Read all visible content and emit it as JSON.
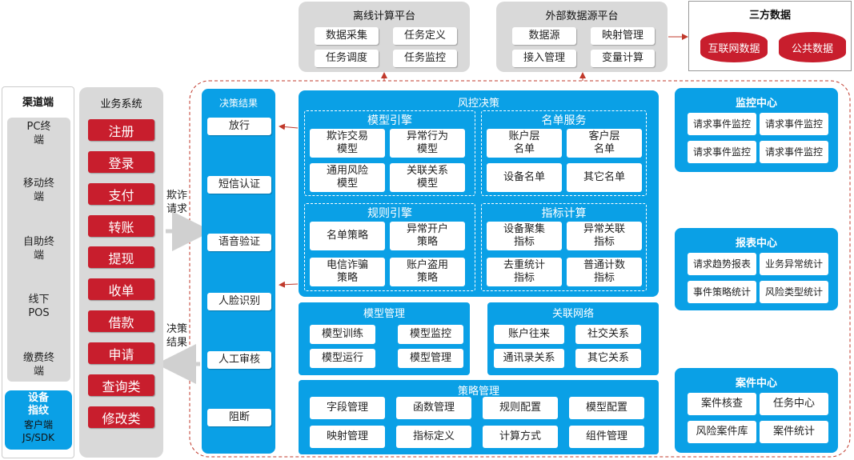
{
  "offline": {
    "title": "离线计算平台",
    "items": [
      "数据采集",
      "任务定义",
      "任务调度",
      "任务监控"
    ]
  },
  "external": {
    "title": "外部数据源平台",
    "items": [
      "数据源",
      "映射管理",
      "接入管理",
      "变量计算"
    ]
  },
  "third": {
    "title": "三方数据",
    "items": [
      "互联网数据",
      "公共数据"
    ]
  },
  "channel": {
    "title": "渠道端",
    "items": [
      "PC终\n端",
      "移动终\n端",
      "自助终\n端",
      "线下\nPOS",
      "缴费终\n端"
    ],
    "device_title": "设备\n指纹",
    "device_sub": "客户端\nJS/SDK"
  },
  "business": {
    "title": "业务系统",
    "items": [
      "注册",
      "登录",
      "支付",
      "转账",
      "提现",
      "收单",
      "借款",
      "申请",
      "查询类",
      "修改类"
    ]
  },
  "arrows": {
    "fraud_request": "欺诈\n请求",
    "decision_result": "决策\n结果"
  },
  "decision": {
    "title": "决策结果",
    "items": [
      "放行",
      "短信认证",
      "语音验证",
      "人脸识别",
      "人工审核",
      "阻断"
    ]
  },
  "risk": {
    "title": "风控决策",
    "model_engine": {
      "title": "模型引擎",
      "items": [
        "欺诈交易\n模型",
        "异常行为\n模型",
        "通用风险\n模型",
        "关联关系\n模型"
      ]
    },
    "list_service": {
      "title": "名单服务",
      "items": [
        "账户层\n名单",
        "客户层\n名单",
        "设备名单",
        "其它名单"
      ]
    },
    "rule_engine": {
      "title": "规则引擎",
      "items": [
        "名单策略",
        "异常开户\n策略",
        "电信诈骗\n策略",
        "账户盗用\n策略"
      ]
    },
    "indicator": {
      "title": "指标计算",
      "items": [
        "设备聚集\n指标",
        "异常关联\n指标",
        "去重统计\n指标",
        "普通计数\n指标"
      ]
    }
  },
  "model_mgmt": {
    "title": "模型管理",
    "items": [
      "模型训练",
      "模型监控",
      "模型运行",
      "模型管理"
    ]
  },
  "network": {
    "title": "关联网络",
    "items": [
      "账户往来",
      "社交关系",
      "通讯录关系",
      "其它关系"
    ]
  },
  "strategy": {
    "title": "策略管理",
    "items": [
      "字段管理",
      "函数管理",
      "规则配置",
      "模型配置",
      "映射管理",
      "指标定义",
      "计算方式",
      "组件管理"
    ]
  },
  "monitor": {
    "title": "监控中心",
    "items": [
      "请求事件监控",
      "请求事件监控",
      "请求事件监控",
      "请求事件监控"
    ]
  },
  "report": {
    "title": "报表中心",
    "items": [
      "请求趋势报表",
      "业务异常统计",
      "事件策略统计",
      "风险类型统计"
    ]
  },
  "case": {
    "title": "案件中心",
    "items": [
      "案件核查",
      "任务中心",
      "风险案件库",
      "案件统计"
    ]
  },
  "colors": {
    "blue": "#0aa0e6",
    "red": "#c81e2d",
    "gray": "#d9d9d9",
    "arrow_red": "#c0392b"
  }
}
